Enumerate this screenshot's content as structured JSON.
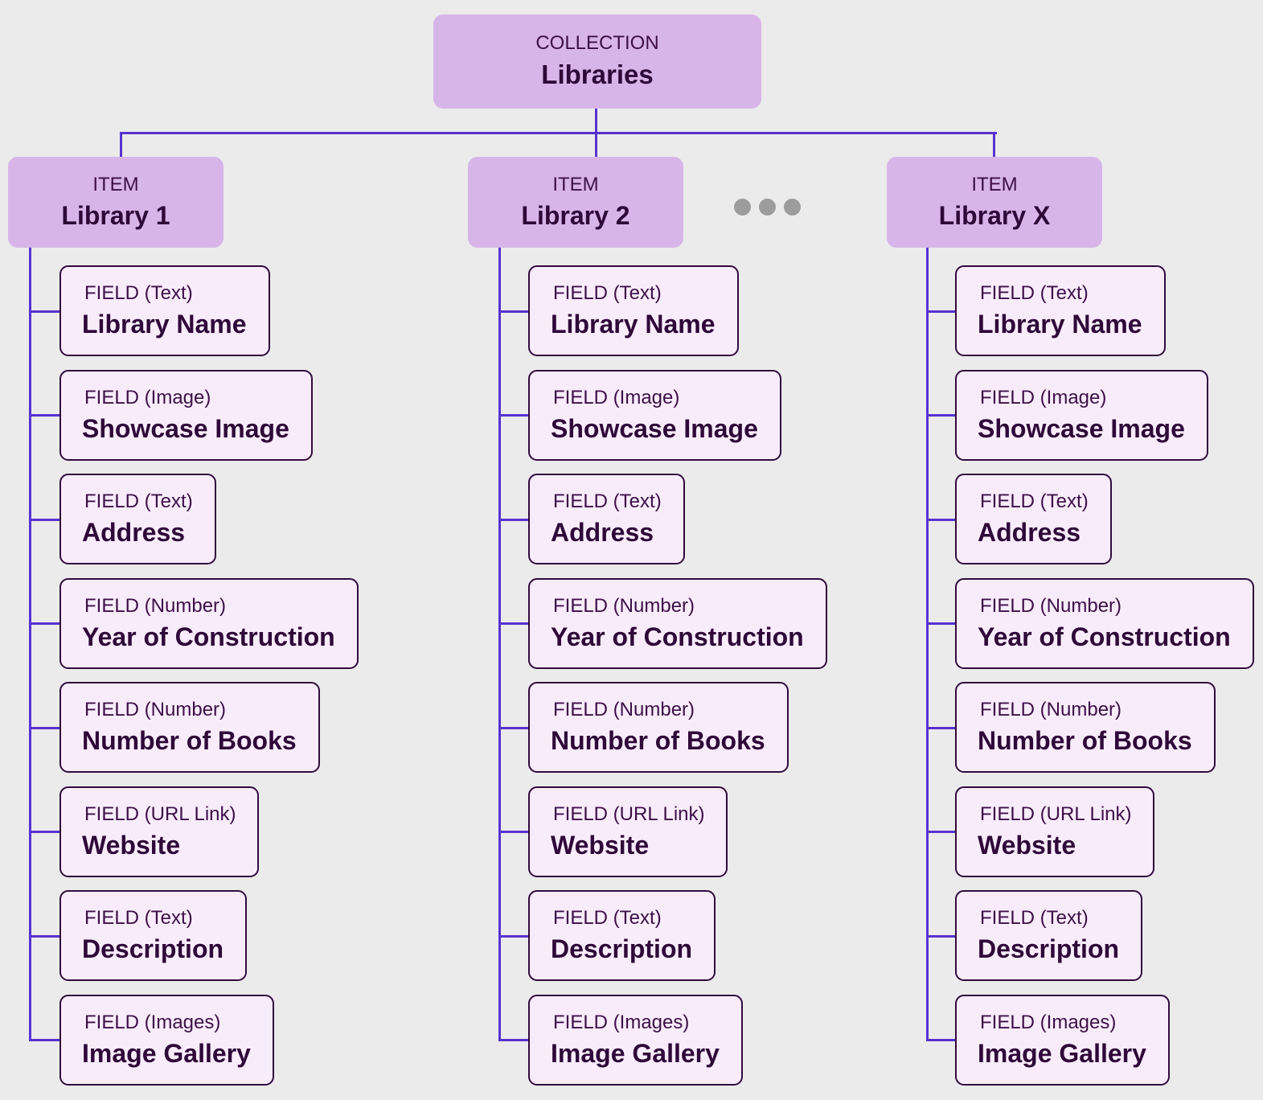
{
  "diagram": {
    "collection": {
      "label": "COLLECTION",
      "name": "Libraries"
    },
    "items": [
      {
        "label": "ITEM",
        "name": "Library 1",
        "fields": [
          {
            "label": "FIELD (Text)",
            "name": "Library Name"
          },
          {
            "label": "FIELD (Image)",
            "name": "Showcase Image"
          },
          {
            "label": "FIELD (Text)",
            "name": "Address"
          },
          {
            "label": "FIELD (Number)",
            "name": "Year of Construction"
          },
          {
            "label": "FIELD (Number)",
            "name": "Number of Books"
          },
          {
            "label": "FIELD (URL Link)",
            "name": "Website"
          },
          {
            "label": "FIELD (Text)",
            "name": "Description"
          },
          {
            "label": "FIELD (Images)",
            "name": "Image Gallery"
          }
        ]
      },
      {
        "label": "ITEM",
        "name": "Library 2",
        "fields": [
          {
            "label": "FIELD (Text)",
            "name": "Library Name"
          },
          {
            "label": "FIELD (Image)",
            "name": "Showcase Image"
          },
          {
            "label": "FIELD (Text)",
            "name": "Address"
          },
          {
            "label": "FIELD (Number)",
            "name": "Year of Construction"
          },
          {
            "label": "FIELD (Number)",
            "name": "Number of Books"
          },
          {
            "label": "FIELD (URL Link)",
            "name": "Website"
          },
          {
            "label": "FIELD (Text)",
            "name": "Description"
          },
          {
            "label": "FIELD (Images)",
            "name": "Image Gallery"
          }
        ]
      },
      {
        "label": "ITEM",
        "name": "Library X",
        "fields": [
          {
            "label": "FIELD (Text)",
            "name": "Library Name"
          },
          {
            "label": "FIELD (Image)",
            "name": "Showcase Image"
          },
          {
            "label": "FIELD (Text)",
            "name": "Address"
          },
          {
            "label": "FIELD (Number)",
            "name": "Year of Construction"
          },
          {
            "label": "FIELD (Number)",
            "name": "Number of Books"
          },
          {
            "label": "FIELD (URL Link)",
            "name": "Website"
          },
          {
            "label": "FIELD (Text)",
            "name": "Description"
          },
          {
            "label": "FIELD (Images)",
            "name": "Image Gallery"
          }
        ]
      }
    ],
    "more_items_indicator": {
      "type": "ellipsis-dots",
      "dot_count": 3
    },
    "colors": {
      "background": "#ebebeb",
      "node_fill": "#d7b5e8",
      "field_fill": "#f8ecfb",
      "field_border": "#310b3d",
      "label_text": "#3c1047",
      "name_text": "#2e0838",
      "connector": "#5533d1",
      "dots": "#9c9c9c"
    }
  }
}
